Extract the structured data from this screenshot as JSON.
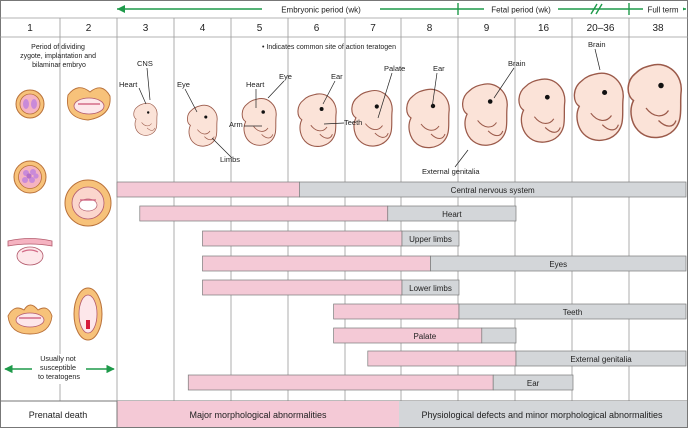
{
  "header": {
    "embryonic_label": "Embryonic period (wk)",
    "fetal_label": "Fetal period (wk)",
    "full_term_label": "Full term"
  },
  "weeks": [
    "1",
    "2",
    "3",
    "4",
    "5",
    "6",
    "7",
    "8",
    "9",
    "16",
    "20–36",
    "38"
  ],
  "early_note": "Period of dividing zygote, implantation and bilaminar embryo",
  "legend_note": "• Indicates common site of action teratogen",
  "labels": {
    "cns": "CNS",
    "heart_3": "Heart",
    "eye_4": "Eye",
    "heart_5": "Heart",
    "eye_5": "Eye",
    "arm": "Arm",
    "limbs": "Limbs",
    "ear": "Ear",
    "teeth": "Teeth",
    "palate": "Palate",
    "ear_8": "Ear",
    "brain": "Brain",
    "brain_38": "Brain",
    "external_genitalia": "External genitalia"
  },
  "bars": [
    {
      "name": "Central nervous system",
      "start": 0,
      "major_end": 3.2,
      "end": 12
    },
    {
      "name": "Heart",
      "start": 0.4,
      "major_end": 4.75,
      "end": 7.0
    },
    {
      "name": "Upper limbs",
      "start": 1.5,
      "major_end": 5.0,
      "end": 6.0
    },
    {
      "name": "Eyes",
      "start": 1.5,
      "major_end": 5.5,
      "end": 12
    },
    {
      "name": "Lower limbs",
      "start": 1.5,
      "major_end": 5.0,
      "end": 6.0
    },
    {
      "name": "Teeth",
      "start": 3.8,
      "major_end": 6.0,
      "end": 12
    },
    {
      "name": "Palate",
      "start": 3.8,
      "major_end": 6.4,
      "end": 7.0
    },
    {
      "name": "External genitalia",
      "start": 4.4,
      "major_end": 7.0,
      "end": 12
    },
    {
      "name": "Ear",
      "start": 1.25,
      "major_end": 6.6,
      "end": 8.0
    }
  ],
  "footer": {
    "usually_not": "Usually not susceptible to teratogens",
    "prenatal_death": "Prenatal death",
    "major": "Major morphological abnormalities",
    "minor": "Physiological defects and minor morphological abnormalities"
  },
  "colors": {
    "major": "#f4c9d6",
    "minor": "#d3d6d9",
    "green": "#1e9a4a",
    "embryo_fill": "#fbe3d8",
    "embryo_stroke": "#9b5a4a"
  }
}
